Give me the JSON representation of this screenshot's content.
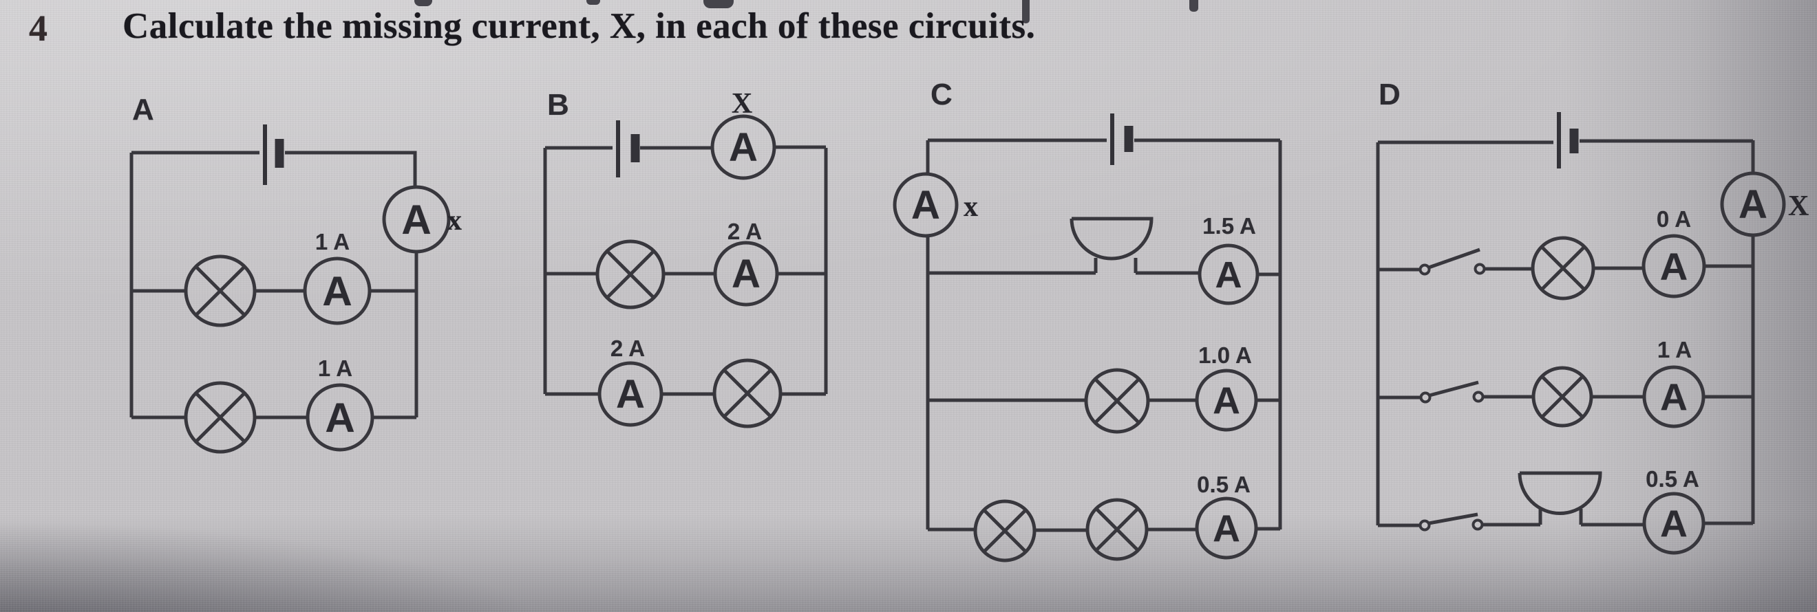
{
  "page": {
    "question_number": "4",
    "title": "Calculate the missing current, X, in each of these circuits.",
    "ammeter_symbol": "A"
  },
  "circuits": [
    {
      "label": "A",
      "x_label": "x",
      "readings": [
        "1 A",
        "1 A"
      ]
    },
    {
      "label": "B",
      "x_label": "X",
      "readings": [
        "2 A",
        "2 A"
      ]
    },
    {
      "label": "C",
      "x_label": "x",
      "readings": [
        "1.5 A",
        "1.0 A",
        "0.5 A"
      ]
    },
    {
      "label": "D",
      "x_label": "X",
      "readings": [
        "0 A",
        "1 A",
        "0.5 A"
      ]
    }
  ]
}
